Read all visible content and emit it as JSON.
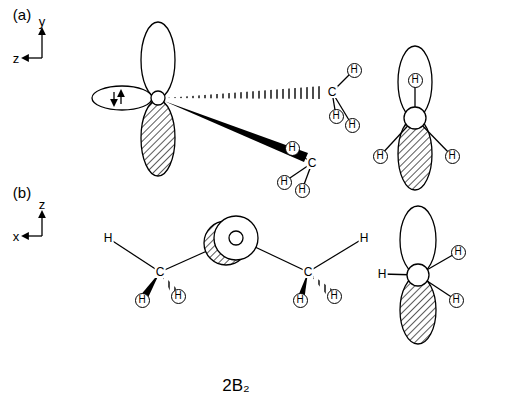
{
  "diagram": {
    "caption": "2B₂",
    "nodes": [
      {
        "text": [
          "H"
        ]
      },
      {
        "text": [
          "H"
        ]
      },
      {
        "text": [
          "H"
        ]
      },
      {
        "text": [
          "H"
        ]
      },
      {
        "text": [
          "H"
        ]
      },
      {
        "text": [
          "H"
        ]
      },
      {
        "text": [
          "H"
        ]
      },
      {
        "text": [
          "H"
        ]
      },
      {
        "text": [
          "H"
        ]
      },
      {
        "text": [
          "H"
        ]
      },
      {
        "text": [
          "H"
        ]
      },
      {
        "text": [
          "H"
        ]
      },
      {
        "text": [
          "H"
        ]
      },
      {
        "text": [
          "H"
        ]
      },
      {
        "text": [
          "H"
        ]
      }
    ],
    "labels": [
      "(a)",
      "y",
      "z",
      "C",
      "C",
      "(b)",
      "z",
      "x",
      "H",
      "C",
      "C",
      "H",
      "H"
    ]
  }
}
